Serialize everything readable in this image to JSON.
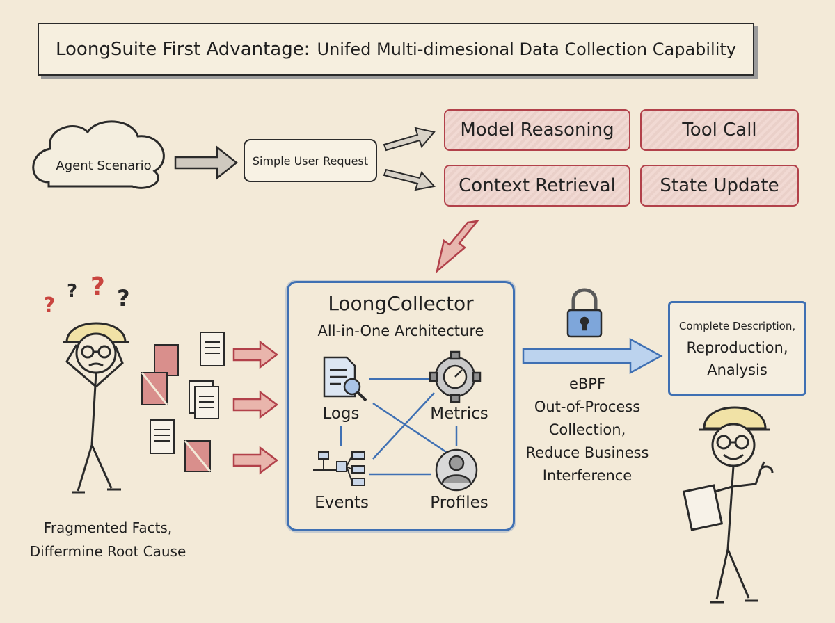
{
  "title": {
    "prefix": "LoongSuite First Advantage:",
    "rest": "Unifed Multi-dimesional Data Collection Capability"
  },
  "scenario": {
    "cloud_label": "Agent Scenario",
    "request_label": "Simple User Request"
  },
  "tasks": [
    {
      "label": "Model Reasoning"
    },
    {
      "label": "Tool Call"
    },
    {
      "label": "Context Retrieval"
    },
    {
      "label": "State Update"
    }
  ],
  "collector": {
    "name": "LoongCollector",
    "subtitle": "All-in-One Architecture",
    "nodes": [
      {
        "label": "Logs",
        "icon": "document-magnifier-icon"
      },
      {
        "label": "Metrics",
        "icon": "gear-gauge-icon"
      },
      {
        "label": "Events",
        "icon": "flow-diagram-icon"
      },
      {
        "label": "Profiles",
        "icon": "user-profile-icon"
      }
    ]
  },
  "ebpf": {
    "title": "eBPF",
    "lines": [
      "Out-of-Process",
      "Collection,",
      "Reduce Business",
      "Interference"
    ],
    "icon": "padlock-icon"
  },
  "result": {
    "lines": [
      "Complete Description,",
      "Reproduction,",
      "Analysis"
    ]
  },
  "problem": {
    "lines": [
      "Fragmented Facts,",
      "Differmine Root Cause"
    ],
    "marks": [
      "?",
      "?",
      "?",
      "?"
    ]
  },
  "colors": {
    "background": "#f3ead8",
    "ink": "#2a2a2a",
    "task_red": "#b2414a",
    "task_fill": "#f1d9d3",
    "collector_blue": "#3f70b3",
    "arrow_blue": "#bcd3ee",
    "helmet_yellow": "#f1e2a6"
  }
}
